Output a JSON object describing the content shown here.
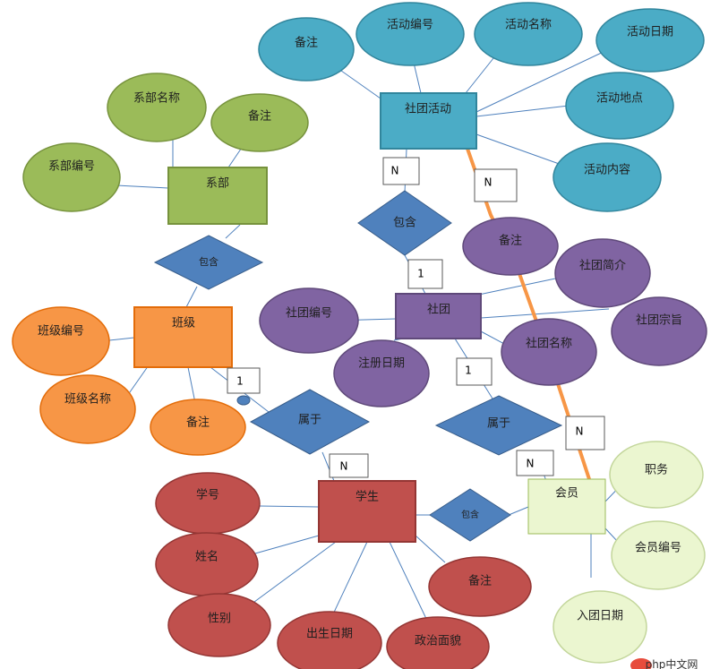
{
  "entities": {
    "activity": "社团活动",
    "department": "系部",
    "class": "班级",
    "club": "社团",
    "student": "学生",
    "member": "会员"
  },
  "relationships": {
    "club_contains_activity": "包含",
    "dept_contains_class": "包含",
    "class_has_student": "属于",
    "member_belongs_club": "属于",
    "student_contains_member": "包含"
  },
  "cardinality": {
    "activity_n": "N",
    "activity_member_n": "N",
    "club_one_top": "1",
    "club_one_bottom": "1",
    "class_one": "1",
    "student_n": "N",
    "member_n_left": "N",
    "member_n_right": "N"
  },
  "attributes": {
    "activity": {
      "remark": "备注",
      "id": "活动编号",
      "name": "活动名称",
      "date": "活动日期",
      "place": "活动地点",
      "content": "活动内容"
    },
    "department": {
      "name": "系部名称",
      "remark": "备注",
      "id": "系部编号"
    },
    "club": {
      "remark": "备注",
      "intro": "社团简介",
      "id": "社团编号",
      "purpose": "社团宗旨",
      "name": "社团名称",
      "reg_date": "注册日期"
    },
    "class": {
      "id": "班级编号",
      "name": "班级名称",
      "remark": "备注"
    },
    "student": {
      "id": "学号",
      "name": "姓名",
      "gender": "性别",
      "birth": "出生日期",
      "politics": "政治面貌",
      "remark": "备注"
    },
    "member": {
      "duty": "职务",
      "id": "会员编号",
      "join_date": "入团日期"
    }
  },
  "watermark": "php中文网",
  "colors": {
    "activity": "#4bacc6",
    "department": "#9bbb59",
    "class": "#f79646",
    "club": "#8064a2",
    "student": "#c0504d",
    "member": "#ebf6d0",
    "relationship": "#4f81bd",
    "highlight_line": "#f79646"
  }
}
